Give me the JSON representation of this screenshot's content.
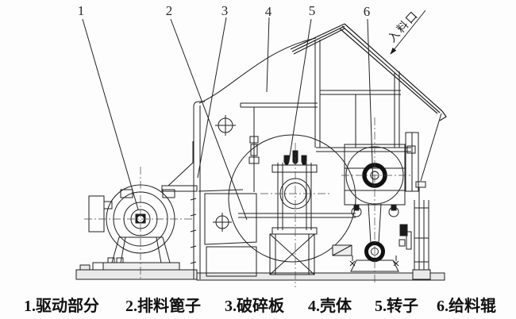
{
  "figure": {
    "type": "technical-diagram",
    "subject": "crusher machine side view",
    "callouts": [
      "1",
      "2",
      "3",
      "4",
      "5",
      "6"
    ],
    "feed_inlet_label": "入料口",
    "caption": {
      "items": [
        "1.驱动部分",
        "2.排料篦子",
        "3.破碎板",
        "4.壳体",
        "5.转子",
        "6.给料辊"
      ]
    },
    "colors": {
      "line": "#1f1f1f",
      "background": "#fdfdfd",
      "fill_dark": "#1a1a1a",
      "fill_base": "#e9e9e9"
    }
  }
}
